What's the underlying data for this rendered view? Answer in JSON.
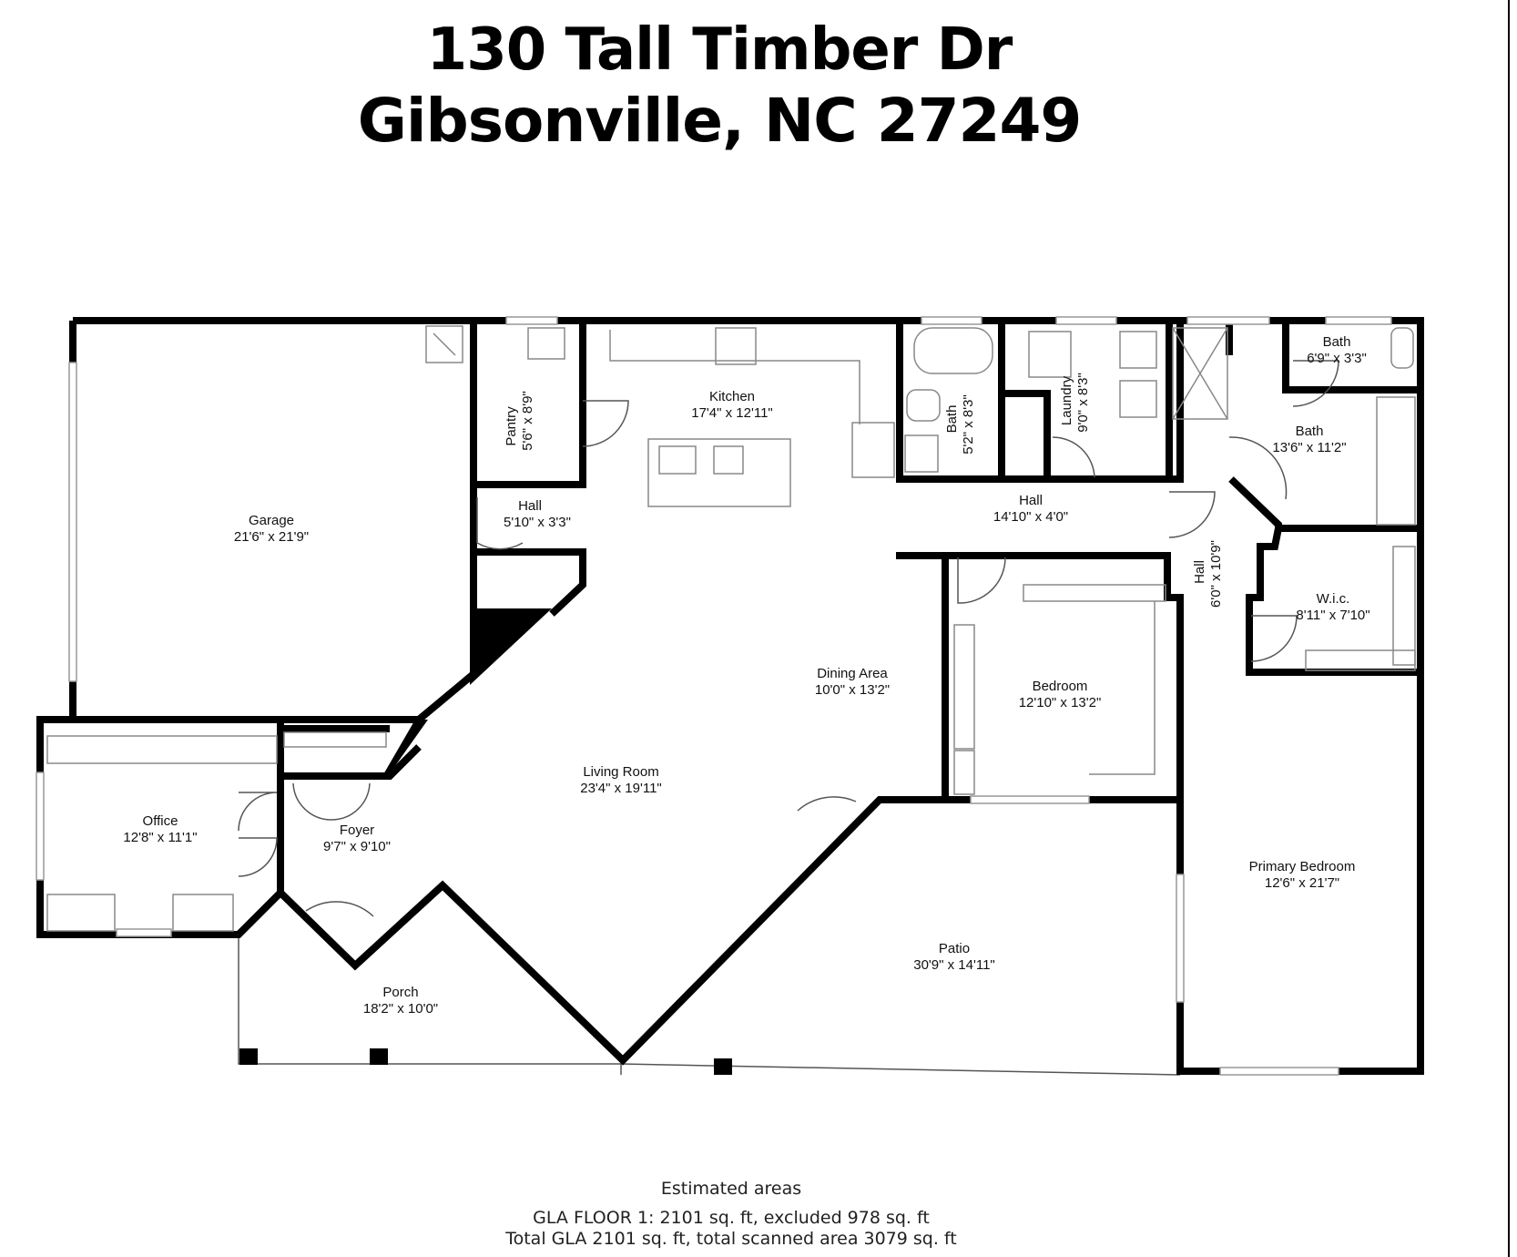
{
  "header": {
    "line1": "130 Tall Timber Dr",
    "line2": "Gibsonville, NC 27249"
  },
  "rooms": {
    "garage": {
      "name": "Garage",
      "size": "21'6\" x 21'9\""
    },
    "pantry": {
      "name": "Pantry",
      "size": "5'6\" x 8'9\""
    },
    "kitchen": {
      "name": "Kitchen",
      "size": "17'4\" x 12'11\""
    },
    "hall_small": {
      "name": "Hall",
      "size": "5'10\" x 3'3\""
    },
    "bath_small": {
      "name": "Bath",
      "size": "5'2\" x 8'3\""
    },
    "laundry": {
      "name": "Laundry",
      "size": "9'0\" x 8'3\""
    },
    "bath_top": {
      "name": "Bath",
      "size": "6'9\" x 3'3\""
    },
    "bath_primary": {
      "name": "Bath",
      "size": "13'6\" x 11'2\""
    },
    "hall_long": {
      "name": "Hall",
      "size": "14'10\" x 4'0\""
    },
    "hall_vertical": {
      "name": "Hall",
      "size": "6'0\" x 10'9\""
    },
    "wic": {
      "name": "W.i.c.",
      "size": "8'11\" x 7'10\""
    },
    "dining": {
      "name": "Dining Area",
      "size": "10'0\" x 13'2\""
    },
    "bedroom": {
      "name": "Bedroom",
      "size": "12'10\" x 13'2\""
    },
    "living": {
      "name": "Living Room",
      "size": "23'4\" x 19'11\""
    },
    "office": {
      "name": "Office",
      "size": "12'8\" x 11'1\""
    },
    "foyer": {
      "name": "Foyer",
      "size": "9'7\" x 9'10\""
    },
    "patio": {
      "name": "Patio",
      "size": "30'9\" x 14'11\""
    },
    "primary_bedroom": {
      "name": "Primary Bedroom",
      "size": "12'6\" x 21'7\""
    },
    "porch": {
      "name": "Porch",
      "size": "18'2\" x 10'0\""
    }
  },
  "footer": {
    "heading": "Estimated areas",
    "line1": "GLA FLOOR 1: 2101 sq. ft, excluded 978 sq. ft",
    "line2": "Total GLA 2101 sq. ft, total scanned area 3079 sq. ft"
  },
  "colors": {
    "wall": "#000000",
    "fixture": "#888888",
    "background": "#ffffff"
  }
}
